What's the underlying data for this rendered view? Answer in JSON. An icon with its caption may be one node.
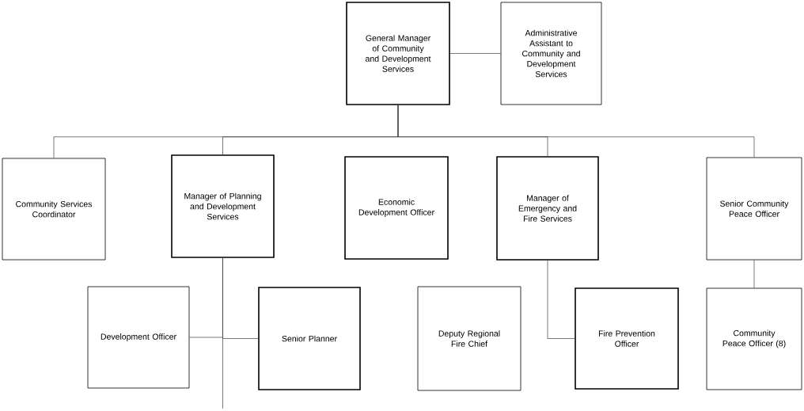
{
  "diagram": {
    "nodes": [
      {
        "text": [
          "General Manager of Community and Development Services"
        ]
      },
      {
        "text": [
          "Administrative Assistant to Community and Development Services"
        ]
      },
      {
        "text": [
          "Community Services Coordinator"
        ]
      },
      {
        "text": [
          "Manager of Planning and Development Services"
        ]
      },
      {
        "text": [
          "Economic Development Officer"
        ]
      },
      {
        "text": [
          "Manager of Emergency and Fire Services"
        ]
      },
      {
        "text": [
          "Senior Community Peace Officer"
        ]
      },
      {
        "text": [
          "Development Officer"
        ]
      },
      {
        "text": [
          "Senior Planner"
        ]
      },
      {
        "text": [
          "Deputy Regional Fire Chief"
        ]
      },
      {
        "text": [
          "Fire Prevention Officer"
        ]
      },
      {
        "text": [
          "Community Peace Officer (8)"
        ]
      }
    ],
    "edges": [
      {
        "from": 0,
        "to": 1,
        "arrow": "none"
      },
      {
        "from": 0,
        "to": 2,
        "arrow": "none"
      },
      {
        "from": 0,
        "to": 3,
        "arrow": "none"
      },
      {
        "from": 0,
        "to": 5,
        "arrow": "none"
      },
      {
        "from": 0,
        "to": 6,
        "arrow": "none"
      },
      {
        "from": 3,
        "to": 7,
        "arrow": "none"
      },
      {
        "from": 3,
        "to": 8,
        "arrow": "none"
      },
      {
        "from": 3,
        "to": null,
        "arrow": "none"
      },
      {
        "from": 5,
        "to": 10,
        "arrow": "none"
      },
      {
        "from": 6,
        "to": 11,
        "arrow": "none"
      }
    ]
  }
}
